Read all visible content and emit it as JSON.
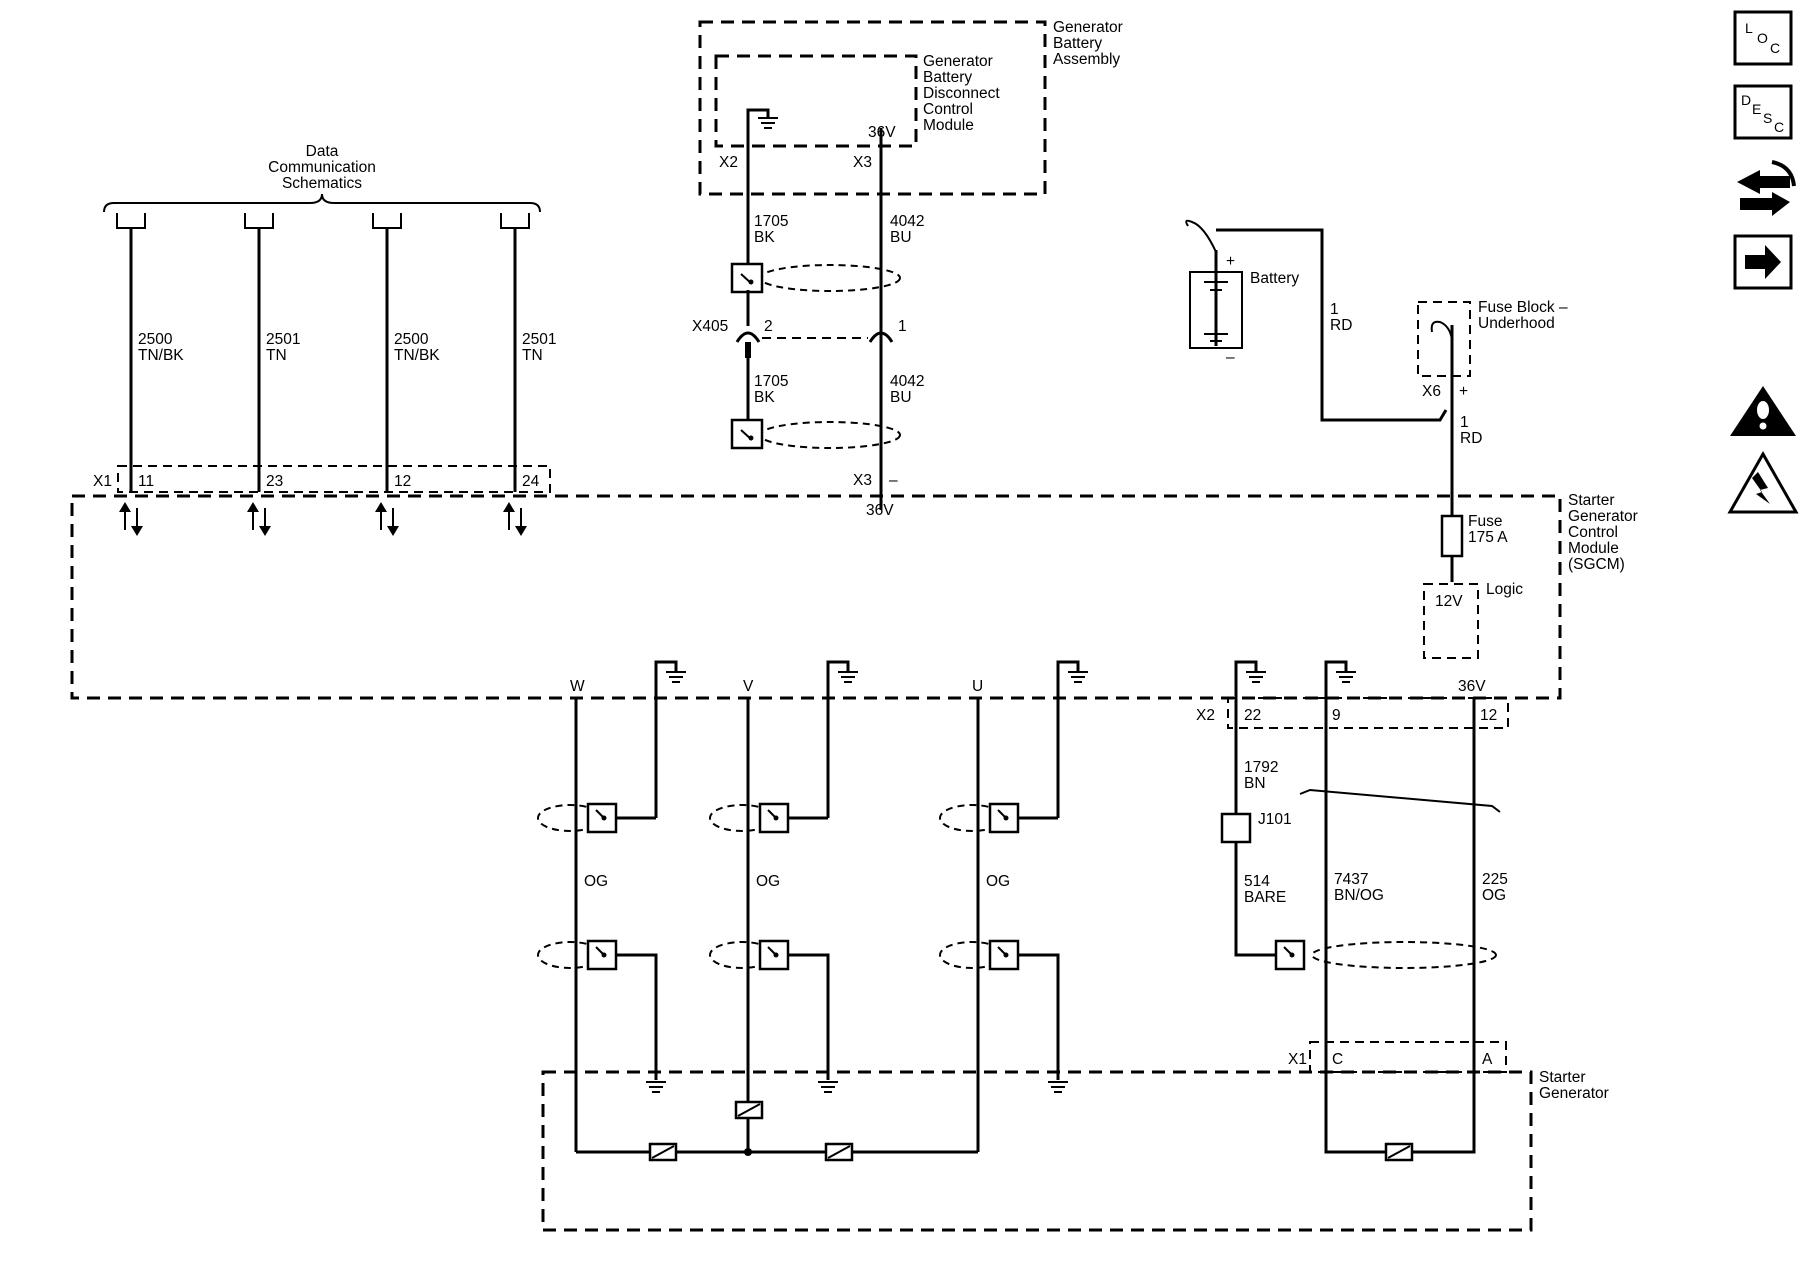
{
  "components": {
    "gen_battery_assembly": [
      "Generator",
      "Battery",
      "Assembly"
    ],
    "gbdcm": [
      "Generator",
      "Battery",
      "Disconnect",
      "Control",
      "Module"
    ],
    "data_comm": [
      "Data",
      "Communication",
      "Schematics"
    ],
    "battery": "Battery",
    "fuse_block": [
      "Fuse Block –",
      "Underhood"
    ],
    "sgcm": [
      "Starter",
      "Generator",
      "Control",
      "Module",
      "(SGCM)"
    ],
    "fuse_name": "Fuse",
    "fuse_rating": "175 A",
    "logic": "Logic",
    "logic_voltage": "12V",
    "starter_generator": [
      "Starter",
      "Generator"
    ],
    "splice": "J101"
  },
  "connectors": {
    "x1": "X1",
    "x2": "X2",
    "x3": "X3",
    "x405": "X405",
    "x6": "X6",
    "x2_pins": [
      "22",
      "9",
      "12"
    ],
    "x1_top_pins": [
      "11",
      "23",
      "12",
      "24"
    ],
    "x405_pins": [
      "2",
      "1"
    ],
    "x1_bottom_pins": [
      "C",
      "A"
    ]
  },
  "voltages": {
    "v36": "36V"
  },
  "phases": [
    "W",
    "V",
    "U"
  ],
  "polarity": {
    "plus": "+",
    "minus": "–"
  },
  "wires": {
    "w2500_num": "2500",
    "w2500_color": "TN/BK",
    "w2501_num": "2501",
    "w2501_color": "TN",
    "w1705_num": "1705",
    "w1705_color": "BK",
    "w4042_num": "4042",
    "w4042_color": "BU",
    "w1_num": "1",
    "w1_color": "RD",
    "w1792_num": "1792",
    "w1792_color": "BN",
    "w514_num": "514",
    "w514_color": "BARE",
    "w7437_num": "7437",
    "w7437_color": "BN/OG",
    "w225_num": "225",
    "w225_color": "OG",
    "og": "OG"
  },
  "icons": [
    "location-icon",
    "description-icon",
    "connector-icon",
    "next-arrow-icon",
    "warning-icon",
    "electrical-hazard-icon"
  ]
}
